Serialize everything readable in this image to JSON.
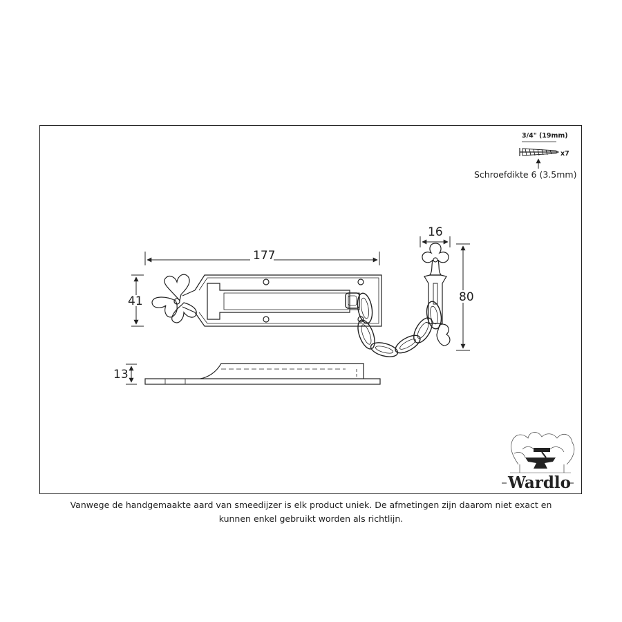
{
  "dimensions": {
    "length": "177",
    "plate_height": "41",
    "profile_height": "13",
    "keeper_width": "16",
    "keeper_height": "80"
  },
  "screw": {
    "length_label": "3/4\" (19mm)",
    "quantity_label": "x7",
    "gauge_label": "Schroefdikte 6 (3.5mm)"
  },
  "brand": {
    "name": "Wardlo"
  },
  "disclaimer": {
    "line1": "Vanwege de handgemaakte aard van smeedijzer is elk product uniek. De afmetingen zijn daarom niet exact en",
    "line2": "kunnen enkel gebruikt worden als richtlijn."
  }
}
